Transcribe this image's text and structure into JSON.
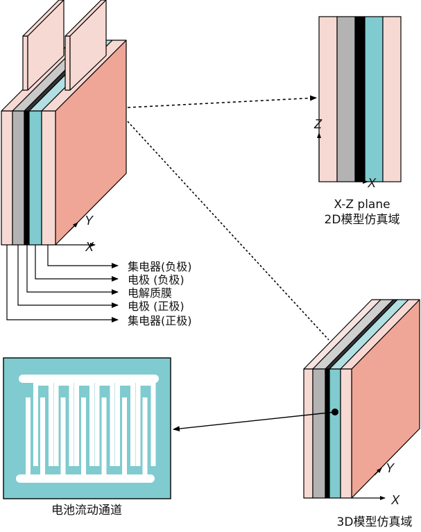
{
  "colors": {
    "current_collector": "#f7d9d3",
    "current_collector_side": "#f0a696",
    "electrode_negative_gray": "#b3b3b3",
    "membrane": "#000000",
    "electrode_teal": "#7fcbcf",
    "flow_bg": "#7fcbcf",
    "flow_channel": "#ffffff",
    "stroke": "#000000"
  },
  "left_model": {
    "axis_x": "X",
    "axis_y": "Y",
    "legend": [
      "集电器(负极)",
      "电极 (负极)",
      "电解质膜",
      "电极 (正极)",
      "集电器(正极)"
    ]
  },
  "plane_2d": {
    "axis_x": "X",
    "axis_z": "Z",
    "title_line1": "X-Z plane",
    "title_line2": "2D模型仿真域"
  },
  "model_3d": {
    "axis_x": "X",
    "axis_y": "Y",
    "caption": "3D模型仿真域"
  },
  "flow_channel": {
    "caption": "电池流动通道",
    "finger_count_top": 6,
    "finger_count_bottom": 6
  }
}
